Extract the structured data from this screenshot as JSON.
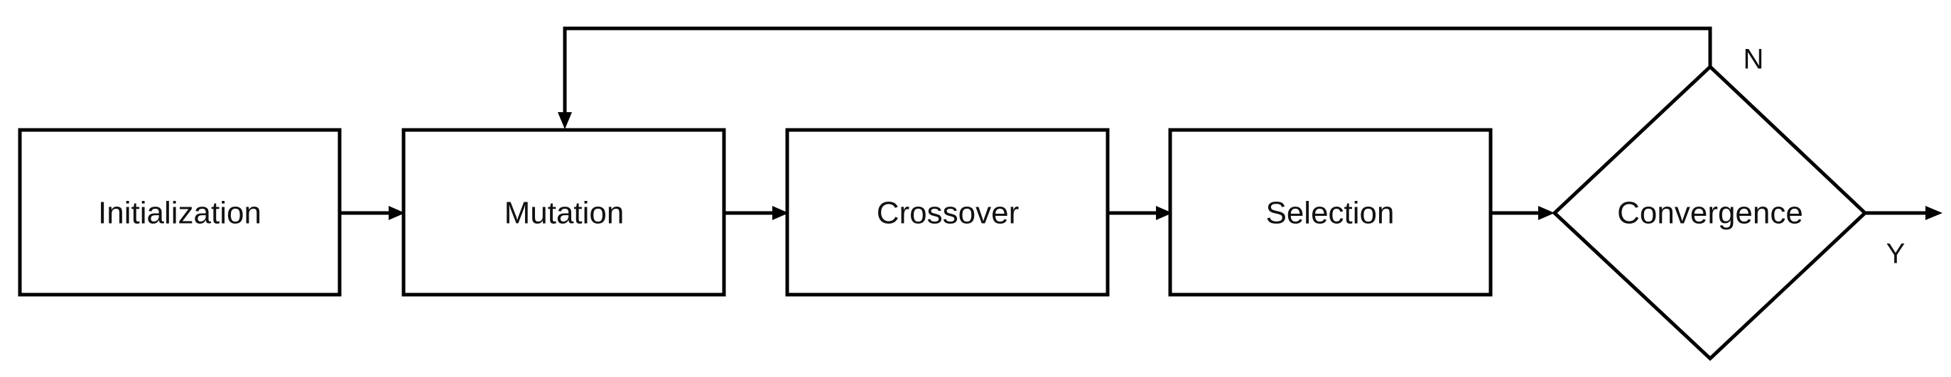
{
  "diagram": {
    "type": "flowchart",
    "colors": {
      "stroke": "#000000",
      "fill": "#ffffff",
      "text": "#111111"
    },
    "nodes": [
      {
        "id": "initialization",
        "shape": "rectangle",
        "label": "Initialization"
      },
      {
        "id": "mutation",
        "shape": "rectangle",
        "label": "Mutation"
      },
      {
        "id": "crossover",
        "shape": "rectangle",
        "label": "Crossover"
      },
      {
        "id": "selection",
        "shape": "rectangle",
        "label": "Selection"
      },
      {
        "id": "convergence",
        "shape": "diamond",
        "label": "Convergence"
      }
    ],
    "edges": [
      {
        "from": "initialization",
        "to": "mutation",
        "label": ""
      },
      {
        "from": "mutation",
        "to": "crossover",
        "label": ""
      },
      {
        "from": "crossover",
        "to": "selection",
        "label": ""
      },
      {
        "from": "selection",
        "to": "convergence",
        "label": ""
      },
      {
        "from": "convergence",
        "to": "mutation",
        "label": "N"
      },
      {
        "from": "convergence",
        "to": "output",
        "label": "Y"
      }
    ]
  }
}
